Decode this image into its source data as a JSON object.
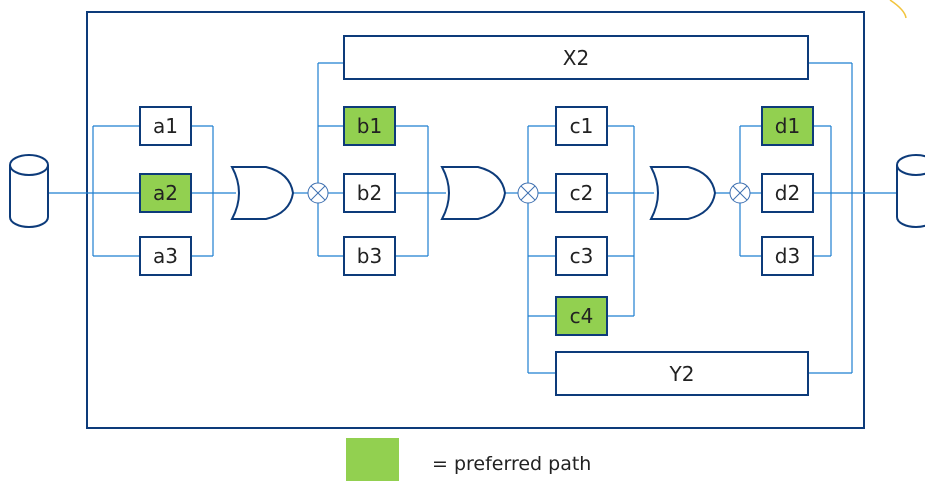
{
  "colors": {
    "frame": "#0d3b7a",
    "wire": "#1f7fd0",
    "preferred": "#92d050"
  },
  "stage_a": [
    {
      "label": "a1",
      "preferred": false
    },
    {
      "label": "a2",
      "preferred": true
    },
    {
      "label": "a3",
      "preferred": false
    }
  ],
  "stage_b": {
    "bypass": "X2",
    "nodes": [
      {
        "label": "b1",
        "preferred": true
      },
      {
        "label": "b2",
        "preferred": false
      },
      {
        "label": "b3",
        "preferred": false
      }
    ]
  },
  "stage_c": {
    "bypass": "Y2",
    "nodes": [
      {
        "label": "c1",
        "preferred": false
      },
      {
        "label": "c2",
        "preferred": false
      },
      {
        "label": "c3",
        "preferred": false
      },
      {
        "label": "c4",
        "preferred": true
      }
    ]
  },
  "stage_d": [
    {
      "label": "d1",
      "preferred": true
    },
    {
      "label": "d2",
      "preferred": false
    },
    {
      "label": "d3",
      "preferred": false
    }
  ],
  "legend": {
    "text": "= preferred path"
  }
}
